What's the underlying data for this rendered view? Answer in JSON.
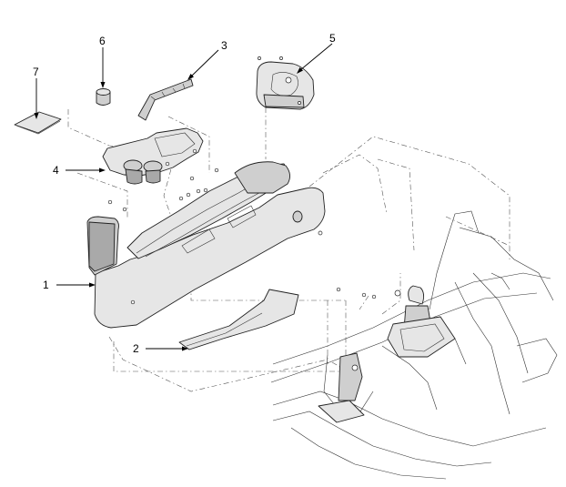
{
  "diagram": {
    "callouts": [
      {
        "id": "label-1",
        "text": "1"
      },
      {
        "id": "label-2",
        "text": "2"
      },
      {
        "id": "label-3",
        "text": "3"
      },
      {
        "id": "label-4",
        "text": "4"
      },
      {
        "id": "label-5",
        "text": "5"
      },
      {
        "id": "label-6",
        "text": "6"
      },
      {
        "id": "label-7",
        "text": "7"
      }
    ]
  }
}
